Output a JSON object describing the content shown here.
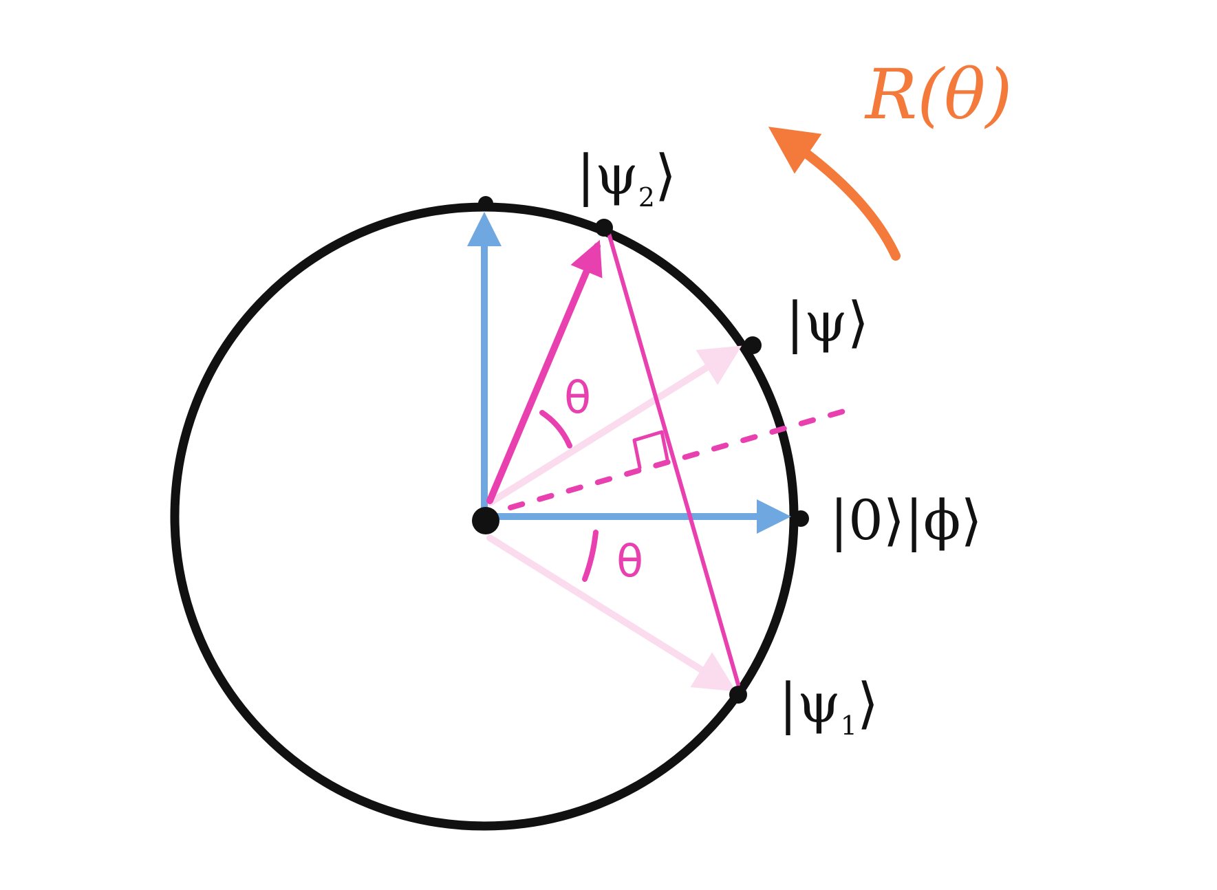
{
  "labels": {
    "psi2_main": "|ψ",
    "psi2_sub": "2",
    "psi2_close": "⟩",
    "psi": "|ψ⟩",
    "zero_phi": "|0⟩|ϕ⟩",
    "psi1_main": "|ψ",
    "psi1_sub": "1",
    "psi1_close": "⟩",
    "theta_upper": "θ",
    "theta_lower": "θ",
    "rotation": "R(θ)"
  },
  "colors": {
    "circle": "#111111",
    "axis_arrow": "#6fa8e0",
    "psi2_vector": "#e940b0",
    "faint_vector": "#fbdcef",
    "reflection_line": "#e940b0",
    "dashed_axis": "#e940b0",
    "rotation_arrow": "#f47a3c",
    "point": "#111111"
  },
  "icons": {
    "right_angle_marker": "right-angle-icon",
    "rotation_arrow": "curved-arrow-icon"
  }
}
